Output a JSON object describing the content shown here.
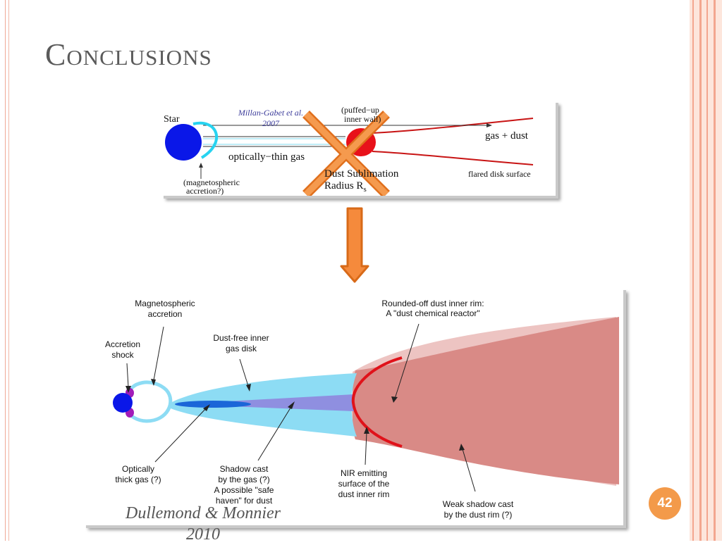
{
  "slide": {
    "title": "Conclusions",
    "page_number": "42",
    "credit": "Dullemond & Monnier 2010"
  },
  "top_figure": {
    "star_label": "Star",
    "citation_line1": "Millan-Gabet et al.",
    "citation_line2": "2007",
    "wall_line1": "(puffed−up",
    "wall_line2": "inner wall)",
    "gas_dust": "gas + dust",
    "thin_gas": "optically−thin gas",
    "sublimation_line1": "Dust Sublimation",
    "sublimation_line2": "Radius R",
    "sublimation_sub": "s",
    "flared": "flared disk surface",
    "magneto_line1": "(magnetospheric",
    "magneto_line2": "accretion?)"
  },
  "bottom_figure": {
    "magneto_line1": "Magnetospheric",
    "magneto_line2": "accretion",
    "shock_line1": "Accretion",
    "shock_line2": "shock",
    "dustfree_line1": "Dust-free inner",
    "dustfree_line2": "gas disk",
    "rim_line1": "Rounded-off dust inner rim:",
    "rim_line2": "A \"dust chemical reactor\"",
    "thick_line1": "Optically",
    "thick_line2": "thick gas (?)",
    "shadow_line1": "Shadow cast",
    "shadow_line2": "by the gas (?)",
    "shadow_line3": "A possible \"safe",
    "shadow_line4": "haven\" for dust",
    "nir_line1": "NIR emitting",
    "nir_line2": "surface of the",
    "nir_line3": "dust inner rim",
    "weak_line1": "Weak shadow cast",
    "weak_line2": "by the dust rim (?)"
  },
  "colors": {
    "accent": "#f39a4a",
    "arrow_orange": "#f07a2a",
    "star_blue": "#0a17e8",
    "disk_pink": "#d98a86",
    "gas_cyan": "#8ddcf4"
  }
}
